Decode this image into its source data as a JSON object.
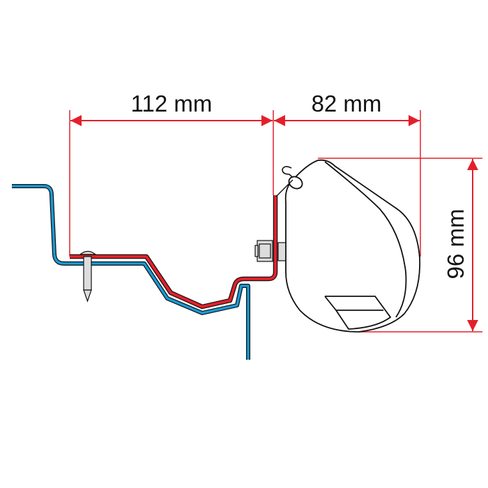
{
  "dimensions": {
    "width_bracket": "112 mm",
    "width_housing": "82 mm",
    "height_housing": "96 mm"
  },
  "colors": {
    "dimension_line": "#e3202a",
    "adapter_bracket": "#e3202a",
    "vehicle_profile": "#1a9ad6",
    "outline": "#111111"
  }
}
